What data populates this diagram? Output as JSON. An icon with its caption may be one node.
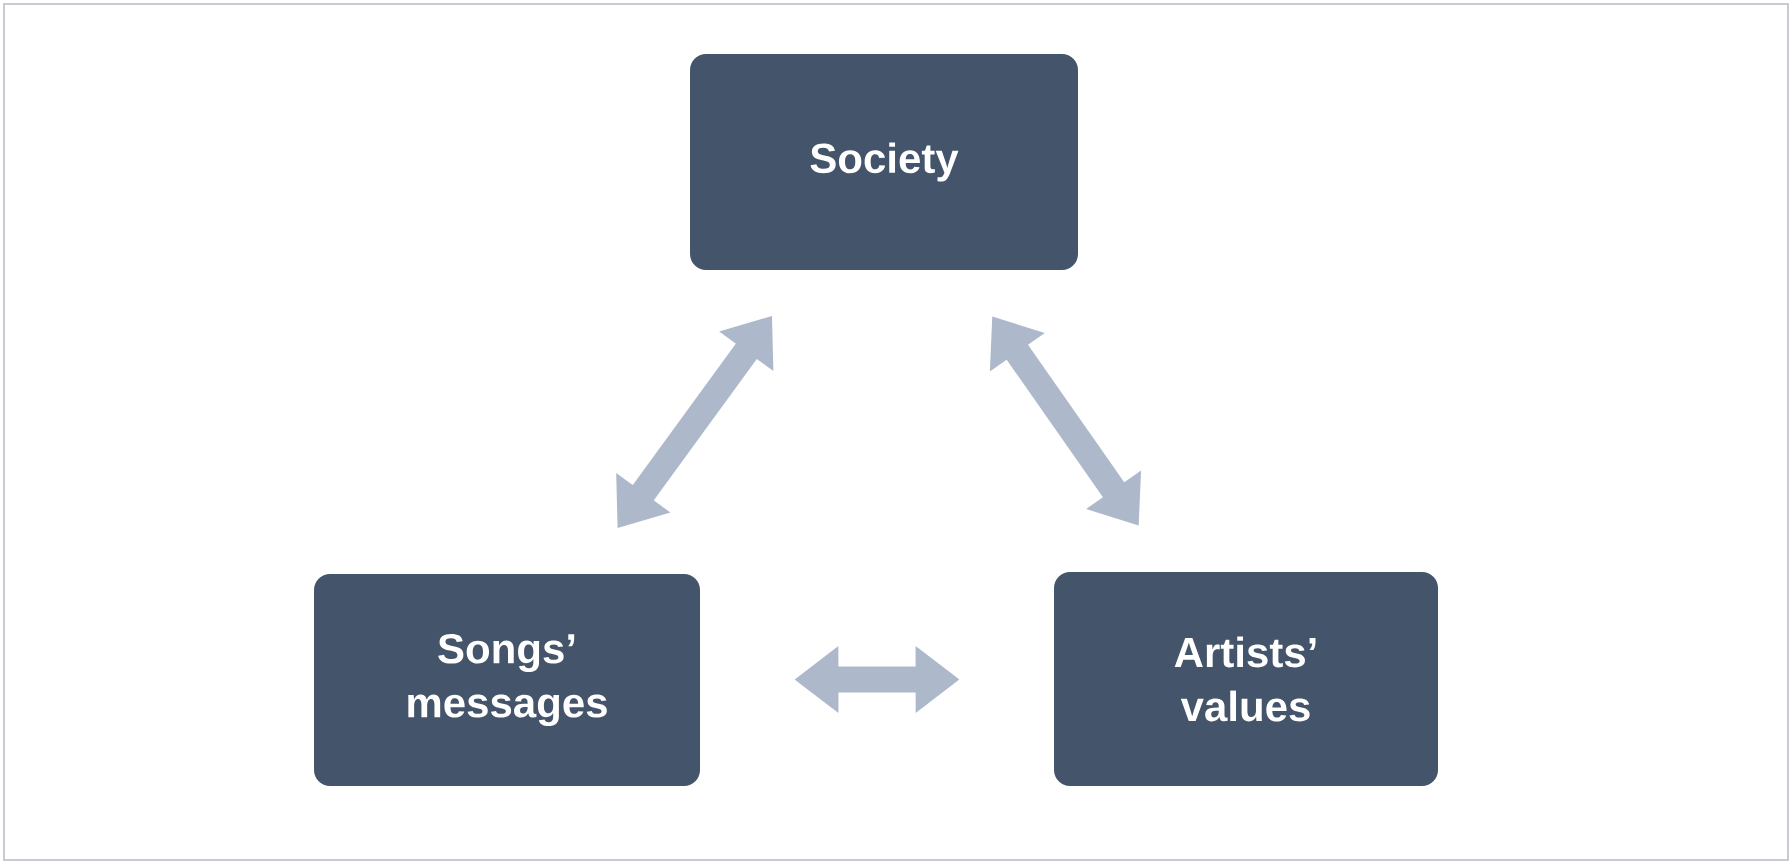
{
  "diagram": {
    "nodes": [
      {
        "text": [
          "Society"
        ]
      },
      {
        "text": [
          "Songs’ messages"
        ]
      },
      {
        "text": [
          "Artists’ values"
        ]
      }
    ],
    "edges": [
      {
        "from": 1,
        "to": 0,
        "arrow": "both"
      },
      {
        "from": 0,
        "to": 2,
        "arrow": "both"
      },
      {
        "from": 1,
        "to": 2,
        "arrow": "both"
      }
    ]
  }
}
